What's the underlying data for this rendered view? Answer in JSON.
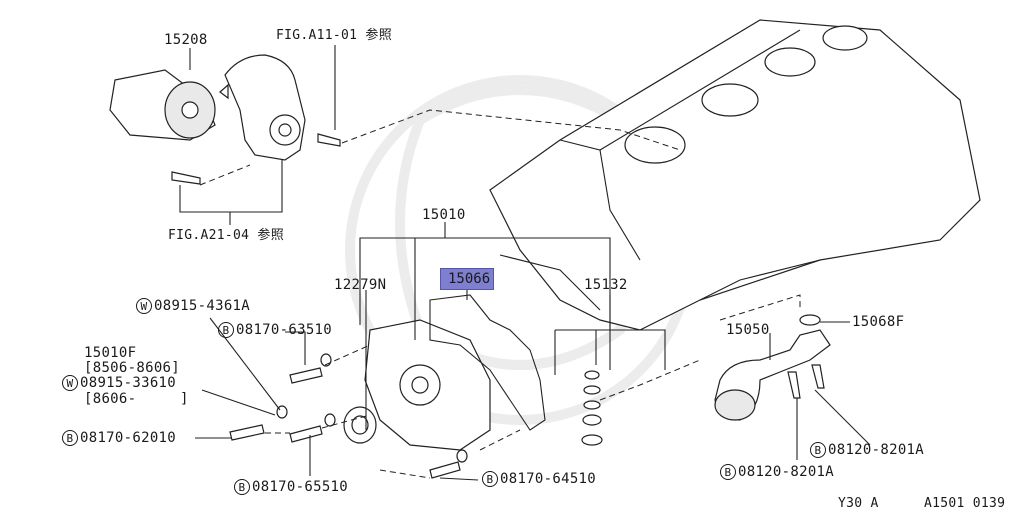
{
  "diagram": {
    "labels": {
      "p15208": "15208",
      "fig_a11": "FIG.A11-01 参照",
      "fig_a21": "FIG.A21-04 参照",
      "p15010": "15010",
      "p15066": "15066",
      "p12279n": "12279N",
      "p15132": "15132",
      "w08915_4361a": "08915-4361A",
      "b08170_63510": "08170-63510",
      "p15010f": "15010F",
      "range1": "[8506-8606]",
      "w08915_33610": "08915-33610",
      "range2": "[8606-     ]",
      "b08170_62010": "08170-62010",
      "b08170_65510": "08170-65510",
      "b08170_64510": "08170-64510",
      "p15050": "15050",
      "p15068f": "15068F",
      "b08120_8201a_1": "08120-8201A",
      "b08120_8201a_2": "08120-8201A",
      "footer_left": "Y30 A",
      "footer_right": "A1501 0139"
    },
    "badges": {
      "w": "W",
      "b": "B"
    },
    "highlight_color": "#7f7fd0"
  }
}
